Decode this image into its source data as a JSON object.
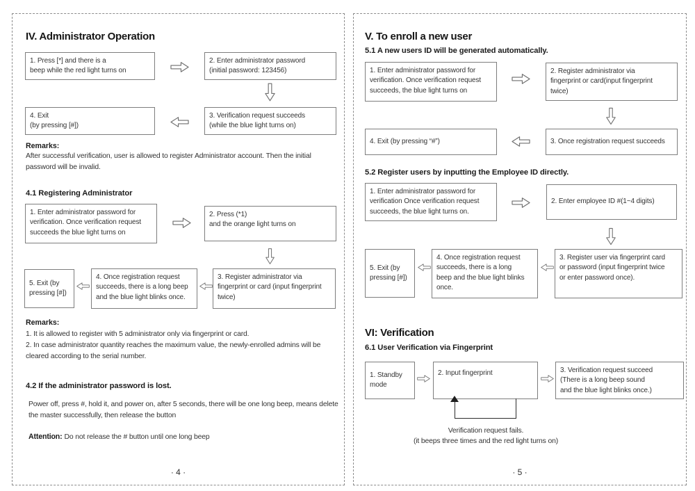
{
  "icons": {
    "arrow-right": "⇨",
    "arrow-left": "⇦",
    "arrow-down": "⇩",
    "loop-arrow": "▲"
  },
  "page4": {
    "page_number": "· 4 ·",
    "section_iv": {
      "title": "IV. Administrator Operation",
      "box1": "1. Press [*] and there is a\nbeep while the red light turns on",
      "box2": "2. Enter administrator password\n(initial password: 123456)",
      "box3": "3. Verification request succeeds\n(while the blue light turns on)",
      "box4": "4. Exit\n(by pressing [#])",
      "remarks_label": "Remarks:",
      "remarks": "After successful verification, user is allowed to register Administrator account. Then the initial\npassword will be invalid."
    },
    "section_41": {
      "heading": "4.1 Registering Administrator",
      "box1": "1. Enter administrator password for\nverification. Once verification request\nsucceeds the blue light turns on",
      "box2": "2. Press (*1)\nand the orange light turns on",
      "box3": "3. Register administrator via\nfingerprint or card (input fingerprint\ntwice)",
      "box4": "4. Once registration request\nsucceeds, there is a long beep\nand the blue light blinks once.",
      "box5": "5. Exit (by\npressing [#])",
      "remarks_label": "Remarks:",
      "remark1": "1. It is allowed to register with 5 administrator only via fingerprint or card.",
      "remark2": "2. In case administrator quantity reaches the maximum value, the newly-enrolled admins will be\ncleared according to the serial number."
    },
    "section_42": {
      "heading": "4.2 If the administrator password is lost.",
      "body": "Power off, press #, hold it, and power on, after 5 seconds, there will be one long beep, means delete\nthe master successfully, then release the button",
      "attention_label": "Attention:",
      "attention_text": "Do not release the # button until one long beep"
    }
  },
  "page5": {
    "page_number": "· 5 ·",
    "section_v": {
      "title": "V. To enroll a new user"
    },
    "section_51": {
      "heading": "5.1 A new users ID will be generated automatically.",
      "box1": "1. Enter administrator password for\nverification. Once verification request\nsucceeds, the blue light turns on",
      "box2": "2. Register administrator via\nfingerprint or card(input fingerprint\ntwice)",
      "box3": "3. Once registration request succeeds",
      "box4": "4. Exit (by pressing “#”)"
    },
    "section_52": {
      "heading": "5.2 Register users by inputting the Employee ID directly.",
      "box1": "1. Enter administrator password for\nverification Once verification request\nsucceeds, the blue light turns on.",
      "box2": "2. Enter employee ID #(1~4 digits)",
      "box3": "3. Register user via fingerprint card\nor password (input fingerprint twice\nor enter password once).",
      "box4": "4. Once registration request\nsucceeds, there is a long\nbeep and the blue light blinks\nonce.",
      "box5": "5. Exit (by\npressing [#])"
    },
    "section_vi": {
      "title": "VI: Verification"
    },
    "section_61": {
      "heading": "6.1 User Verification via Fingerprint",
      "box1": "1. Standby\nmode",
      "box2": "2. Input fingerprint",
      "box3": "3. Verification request succeed\n(There is a long beep sound\nand the blue light blinks once.)",
      "fail_line1": "Verification request fails.",
      "fail_line2": "(it beeps three times and the red light turns on)"
    }
  }
}
